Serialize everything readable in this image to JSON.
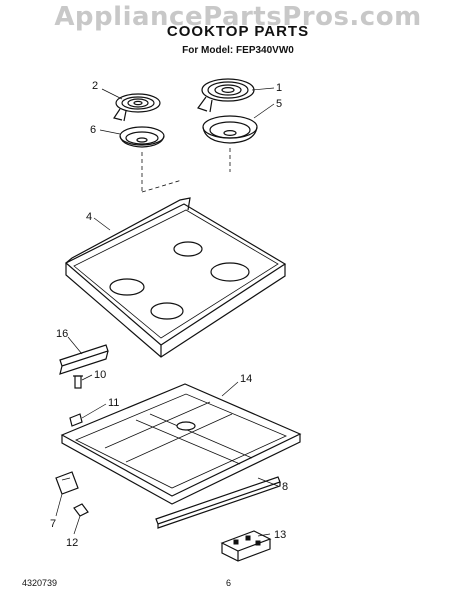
{
  "watermark": "AppliancePartsPros.com",
  "title": "COOKTOP PARTS",
  "subtitle": "For Model: FEP340VW0",
  "footer": {
    "code": "4320739",
    "page": "6"
  },
  "callouts": [
    "1",
    "2",
    "4",
    "5",
    "6",
    "7",
    "8",
    "10",
    "11",
    "12",
    "13",
    "14",
    "16"
  ]
}
